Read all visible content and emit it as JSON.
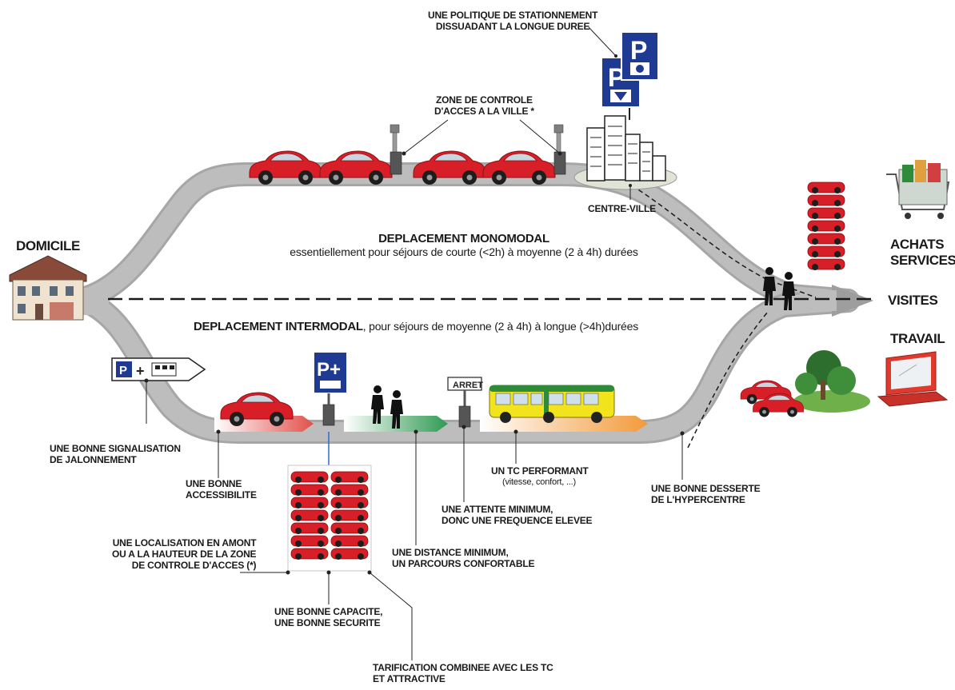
{
  "labels": {
    "domicile": "DOMICILE",
    "parking_policy": [
      "UNE POLITIQUE DE STATIONNEMENT",
      "DISSUADANT LA LONGUE DUREE"
    ],
    "access_zone": [
      "ZONE DE CONTROLE",
      "D'ACCES A LA VILLE *"
    ],
    "centre_ville": "CENTRE-VILLE",
    "mono_title": "DEPLACEMENT MONOMODAL",
    "mono_sub": "essentiellement pour séjours de courte (<2h) à moyenne (2 à 4h) durées",
    "inter_title": "DEPLACEMENT INTERMODAL",
    "inter_sub": ", pour séjours de moyenne (2 à 4h) à longue (>4h)durées",
    "achats": "ACHATS",
    "services": "SERVICES",
    "visites": "VISITES",
    "travail": "TRAVAIL",
    "signalisation": [
      "UNE BONNE SIGNALISATION",
      "DE JALONNEMENT"
    ],
    "accessibilite": [
      "UNE BONNE",
      "ACCESSIBILITE"
    ],
    "localisation": [
      "UNE LOCALISATION EN AMONT",
      "OU A LA HAUTEUR DE LA ZONE",
      "DE CONTROLE D'ACCES (*)"
    ],
    "capacite": [
      "UNE BONNE CAPACITE,",
      "UNE BONNE SECURITE"
    ],
    "tarification": [
      "TARIFICATION COMBINEE AVEC LES TC",
      "ET ATTRACTIVE"
    ],
    "distance": [
      "UNE DISTANCE MINIMUM,",
      "UN PARCOURS CONFORTABLE"
    ],
    "attente": [
      "UNE ATTENTE MINIMUM,",
      "DONC UNE FREQUENCE ELEVEE"
    ],
    "tc": "UN TC PERFORMANT",
    "tc_sub": "(vitesse, confort, ...)",
    "desserte": [
      "UNE BONNE DESSERTE",
      "DE L'HYPERCENTRE"
    ],
    "arret": "ARRET",
    "p_letter": "P",
    "p_plus": "P+",
    "plus": "+"
  },
  "colors": {
    "road": "#b9b9b9",
    "road_edge": "#a6a6a6",
    "car_red": "#d81e26",
    "parking_blue": "#1f3a93",
    "bus_yellow": "#f2e41c",
    "bus_green": "#2e8b3a",
    "arrow_red": "#e2504a",
    "arrow_green": "#2f9a52",
    "arrow_orange": "#f29a3a",
    "laptop_red": "#e03a2e"
  }
}
